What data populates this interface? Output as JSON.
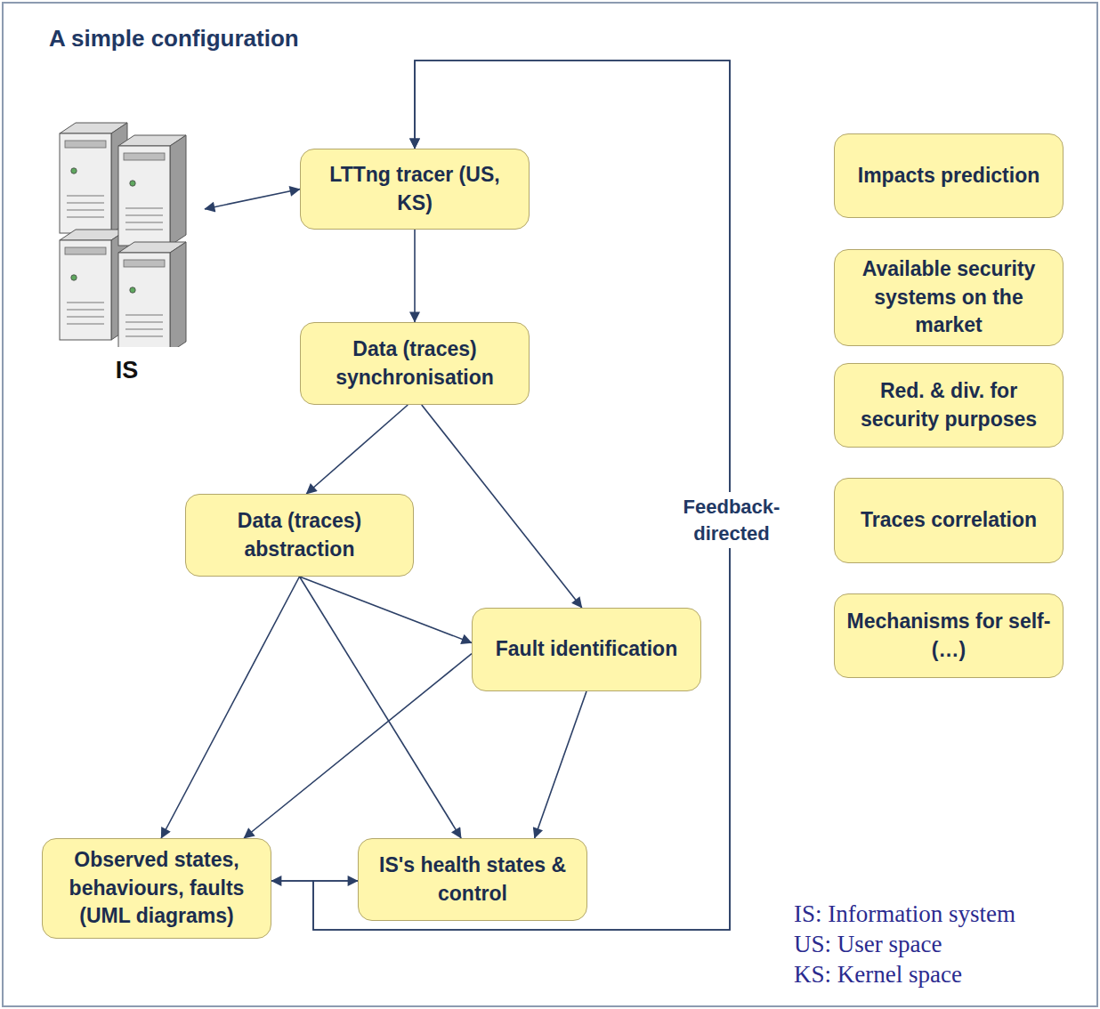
{
  "diagram": {
    "title": "A simple configuration",
    "nodes": [
      {
        "text": [
          "IS"
        ]
      },
      {
        "text": [
          "LTTng tracer (US, KS)"
        ]
      },
      {
        "text": [
          "Data (traces) synchronisation"
        ]
      },
      {
        "text": [
          "Data (traces) abstraction"
        ]
      },
      {
        "text": [
          "Fault identification"
        ]
      },
      {
        "text": [
          "Observed states, behaviours, faults (UML diagrams)"
        ]
      },
      {
        "text": [
          "IS's health states & control"
        ]
      },
      {
        "text": [
          "Impacts prediction"
        ]
      },
      {
        "text": [
          "Available security systems on the market"
        ]
      },
      {
        "text": [
          "Red. & div. for security purposes"
        ]
      },
      {
        "text": [
          "Traces correlation"
        ]
      },
      {
        "text": [
          "Mechanisms for self-(…)"
        ]
      }
    ],
    "edges": [
      {
        "from": 0,
        "to": 1,
        "arrow": "both"
      },
      {
        "from": 1,
        "to": 2,
        "arrow": "to"
      },
      {
        "from": 2,
        "to": 3,
        "arrow": "to"
      },
      {
        "from": 2,
        "to": 4,
        "arrow": "to"
      },
      {
        "from": 3,
        "to": 5,
        "arrow": "to"
      },
      {
        "from": 3,
        "to": 4,
        "arrow": "to"
      },
      {
        "from": 3,
        "to": 6,
        "arrow": "to"
      },
      {
        "from": 4,
        "to": 5,
        "arrow": "to"
      },
      {
        "from": 4,
        "to": 6,
        "arrow": "to"
      },
      {
        "from": 5,
        "to": 6,
        "arrow": "both"
      },
      {
        "from": 5,
        "to": 1,
        "label": "Feedback-directed",
        "arrow": "to"
      },
      {
        "from": 6,
        "to": 1,
        "arrow": "to"
      }
    ],
    "labels": [
      "IS: Information system",
      "US: User space",
      "KS: Kernel space"
    ]
  }
}
